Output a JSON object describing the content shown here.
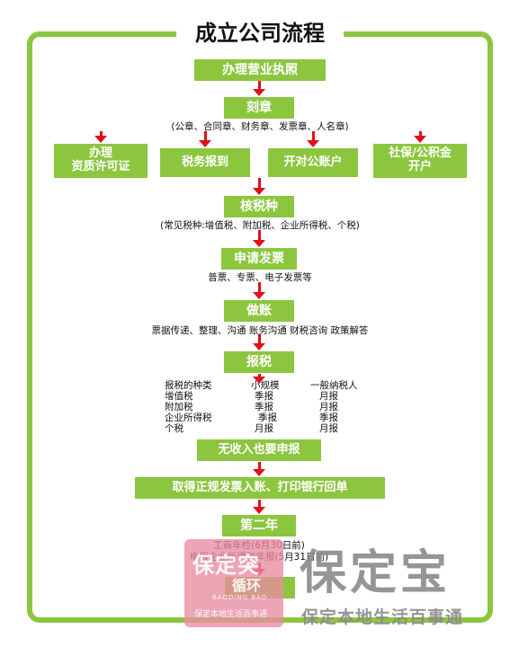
{
  "title": "成立公司流程",
  "steps": {
    "license": "办理营业执照",
    "seal": "刻章",
    "seal_note": "(公章、合同章、财务章、发票章、人名章)",
    "qualification": "办理\n资质许可证",
    "tax_register": "税务报到",
    "bank_account": "开对公账户",
    "social": "社保/公积金\n开户",
    "tax_type": "核税种",
    "tax_type_note": "(常见税种:增值税、附加税、企业所得税、个税)",
    "invoice": "申请发票",
    "invoice_note": "普票、专票、电子发票等",
    "accounting": "做账",
    "accounting_note": "票据传递、整理、沟通   账务沟通   财税咨询   政策解答",
    "filing": "报税",
    "no_income": "无收入也要申报",
    "bank_slip": "取得正规发票入账、打印银行回单",
    "second_year": "第二年",
    "second_note1": "工商年检(6月30日前)",
    "second_note2": "申报企业所得税年报(5月31日前)"
  },
  "tax_table": {
    "headers": [
      "报税的种类",
      "小规模",
      "一般纳税人"
    ],
    "rows": [
      [
        "增值税",
        "季报",
        "月报"
      ],
      [
        "附加税",
        "季报",
        "月报"
      ],
      [
        "企业所得税",
        "季报",
        "季报"
      ],
      [
        "个税",
        "月报",
        "月报"
      ]
    ]
  },
  "watermarks": {
    "pink_main": "保定突",
    "pink_sub": "循环",
    "pink_en": "BAODING BAO",
    "pink_bottom": "保定本地生活百事通",
    "gray_main": "保定宝",
    "gray_sub": "保定本地生活百事通"
  },
  "colors": {
    "green": "#8cc63f",
    "arrow_red": "#e0101a",
    "watermark_gray": "#8a8a8a",
    "watermark_pink": "#e88ca0"
  }
}
